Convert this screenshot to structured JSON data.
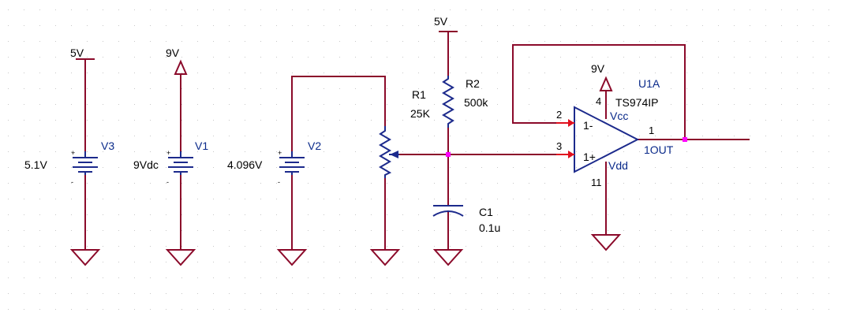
{
  "colors": {
    "wire": "#8b0a2a",
    "body": "#1c2a8c",
    "pin_arrow": "#e0101e",
    "junction": "#ff00ff",
    "grid_dot": "#c8c8c8",
    "text_black": "#000000",
    "text_blue": "#0a2a8a"
  },
  "power_labels": {
    "v3_supply": "5V",
    "v1_supply": "9V",
    "r2_supply": "5V",
    "opamp_supply": "9V"
  },
  "sources": {
    "v3": {
      "name": "V3",
      "value": "5.1V"
    },
    "v1": {
      "name": "V1",
      "value": "9Vdc"
    },
    "v2": {
      "name": "V2",
      "value": "4.096V"
    },
    "plus_sign": "+",
    "minus_sign": "-"
  },
  "resistors": {
    "r1": {
      "name": "R1",
      "value": "25K"
    },
    "r2": {
      "name": "R2",
      "value": "500k"
    }
  },
  "capacitor": {
    "name": "C1",
    "value": "0.1u"
  },
  "opamp": {
    "ref": "U1A",
    "part": "TS974IP",
    "pin_vcc_num": "4",
    "pin_vcc_name": "Vcc",
    "pin_inv_num": "2",
    "pin_inv_name": "1-",
    "pin_noninv_num": "3",
    "pin_noninv_name": "1+",
    "pin_vdd_num": "11",
    "pin_vdd_name": "Vdd",
    "pin_out_num": "1",
    "pin_out_name": "1OUT"
  }
}
